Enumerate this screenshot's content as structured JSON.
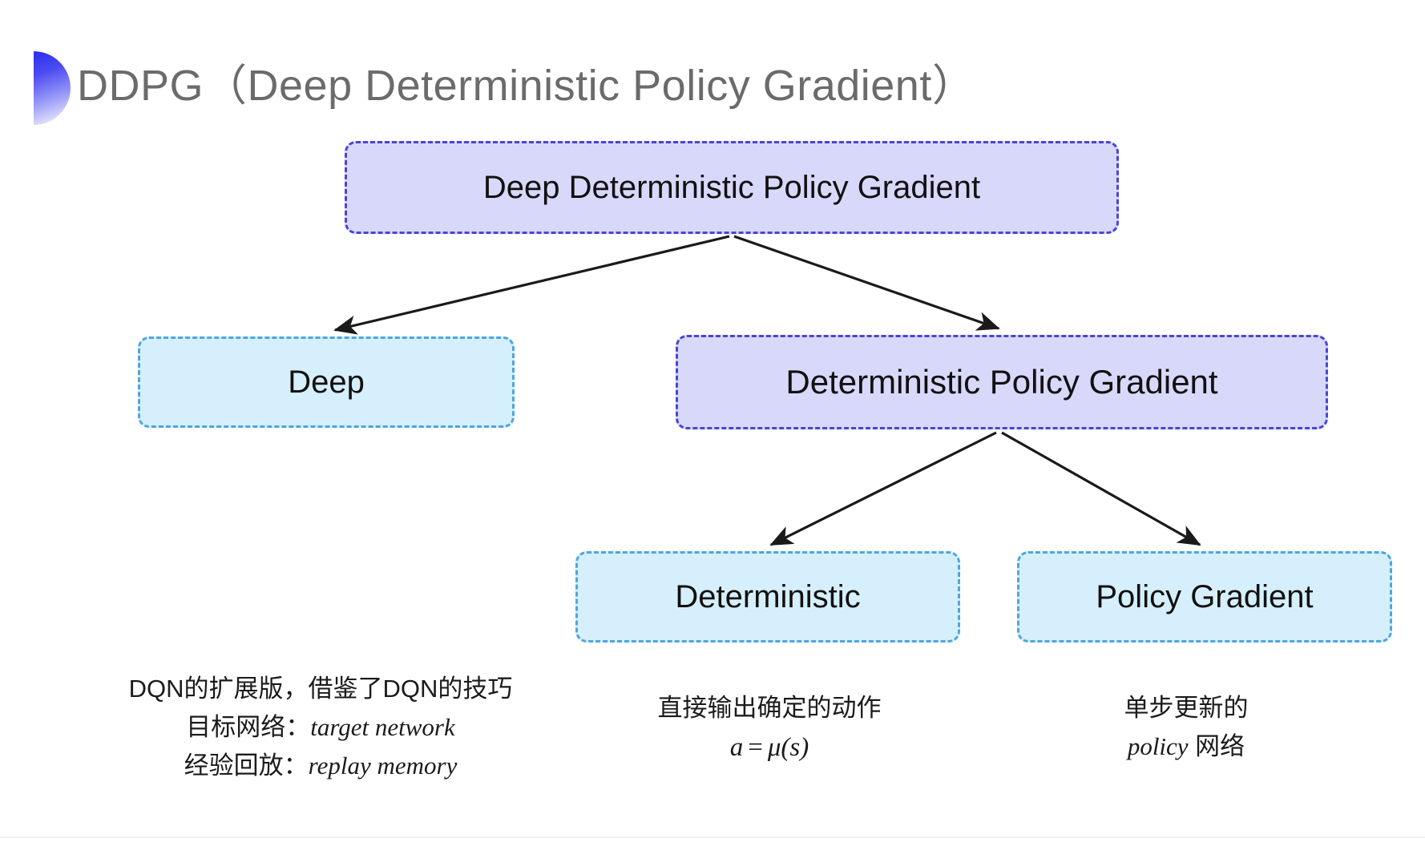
{
  "slide": {
    "title": "DDPG（Deep Deterministic Policy Gradient）",
    "bullet_icon": "gradient-semicircle-bullet-icon",
    "background_color": "#ffffff",
    "title_color": "#6b6b6b"
  },
  "palette": {
    "purple_fill": "#d8d8fb",
    "purple_border": "#4a44d8",
    "cyan_fill": "#d6effc",
    "cyan_border": "#4ea6dd",
    "arrow_color": "#1a1a1a",
    "bullet_blue": "#2b2bf0"
  },
  "diagram": {
    "type": "tree",
    "nodes": [
      {
        "id": "root",
        "label": "Deep Deterministic Policy Gradient",
        "style": "purple",
        "level": 0
      },
      {
        "id": "deep",
        "label": "Deep",
        "style": "cyan",
        "level": 1
      },
      {
        "id": "dpg",
        "label": "Deterministic Policy Gradient",
        "style": "purple",
        "level": 1
      },
      {
        "id": "det",
        "label": "Deterministic",
        "style": "cyan",
        "level": 2
      },
      {
        "id": "pg",
        "label": "Policy Gradient",
        "style": "cyan",
        "level": 2
      }
    ],
    "edges": [
      {
        "from": "root",
        "to": "deep"
      },
      {
        "from": "root",
        "to": "dpg"
      },
      {
        "from": "dpg",
        "to": "det"
      },
      {
        "from": "dpg",
        "to": "pg"
      }
    ]
  },
  "annotations": {
    "left": {
      "line1": "DQN的扩展版，借鉴了DQN的技巧",
      "line2_label": "目标网络：",
      "line2_term": "target network",
      "line3_label": "经验回放：",
      "line3_term": "replay memory"
    },
    "middle": {
      "line1": "直接输出确定的动作",
      "equation_lhs": "a",
      "equation_op": "=",
      "equation_rhs": "μ(s)"
    },
    "right": {
      "line1": "单步更新的",
      "line2_term": "policy",
      "line2_suffix": " 网络"
    }
  }
}
